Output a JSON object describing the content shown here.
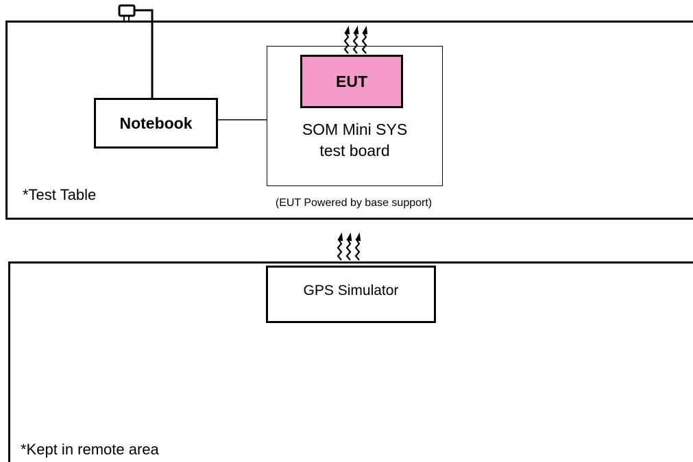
{
  "test_table": {
    "label": "*Test Table",
    "notebook_label": "Notebook",
    "eut_label": "EUT",
    "board_label_line1": "SOM Mini SYS",
    "board_label_line2": "test board",
    "power_note": "(EUT Powered by base support)"
  },
  "remote_area": {
    "label": "*Kept in remote area",
    "simulator_label": "GPS Simulator"
  },
  "colors": {
    "eut_fill": "#f49ac9",
    "line": "#000000",
    "background": "#ffffff"
  },
  "icons": {
    "rf_signal": "rf-signal-arrows",
    "power_plug": "power-plug"
  }
}
